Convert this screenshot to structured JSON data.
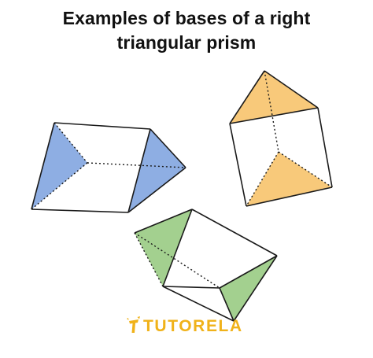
{
  "title": {
    "line1": "Examples of bases of a right",
    "line2": "triangular prism"
  },
  "logo": {
    "text": "TUTORELA",
    "icon": "tutorela-logo-icon",
    "color": "#f0b21a"
  },
  "colors": {
    "blue_base": "#8eaee3",
    "orange_base": "#f8c97a",
    "green_base": "#a3d08f",
    "edge": "#1a1a1a",
    "face": "#ffffff"
  }
}
